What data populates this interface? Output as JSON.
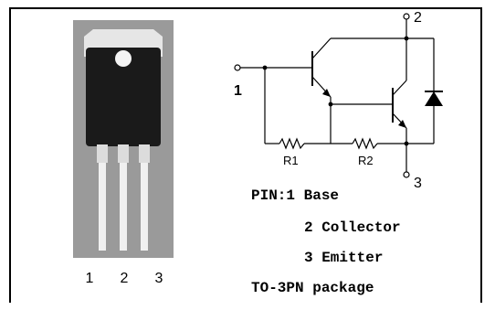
{
  "package_pins": [
    "1",
    "2",
    "3"
  ],
  "schematic": {
    "terminal_base": "1",
    "terminal_collector": "2",
    "terminal_emitter": "3",
    "resistor_1": "R1",
    "resistor_2": "R2"
  },
  "pinout": {
    "line1": "PIN:1 Base",
    "line2": "2 Collector",
    "line3": "3 Emitter",
    "line4": "TO-3PN package"
  },
  "colors": {
    "package_body": "#1a1a1a",
    "heatsink_tab": "#e6e6e6",
    "leads": "#f0f0f0",
    "photo_background": "#9a9a9a",
    "wire": "#000000"
  }
}
